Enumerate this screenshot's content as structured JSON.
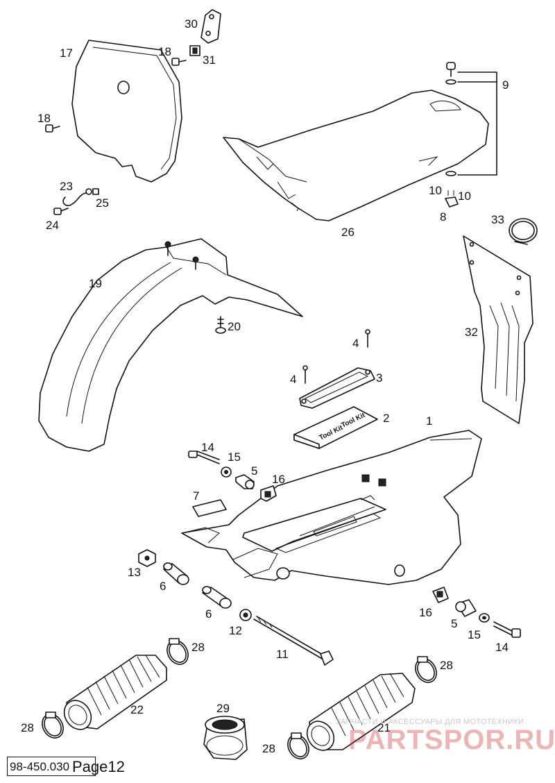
{
  "diagram": {
    "part_labels": [
      "1",
      "2",
      "3",
      "4",
      "4",
      "5",
      "5",
      "6",
      "6",
      "7",
      "8",
      "9",
      "10",
      "10",
      "11",
      "12",
      "13",
      "14",
      "14",
      "15",
      "15",
      "16",
      "16",
      "17",
      "18",
      "18",
      "19",
      "20",
      "21",
      "22",
      "23",
      "24",
      "25",
      "26",
      "28",
      "28",
      "28",
      "28",
      "29",
      "30",
      "31",
      "32",
      "33"
    ],
    "box_text": [
      "Tool Kit",
      "Tool Kit"
    ],
    "footer": {
      "code": "98-450.030",
      "page": "Page12"
    },
    "watermark": {
      "tagline": "ЗАПЧАСТИ И АКСЕССУАРЫ ДЛЯ МОТОТЕХНИКИ",
      "brand": "PARTSPOR.RU",
      "color": "#c83232"
    }
  }
}
